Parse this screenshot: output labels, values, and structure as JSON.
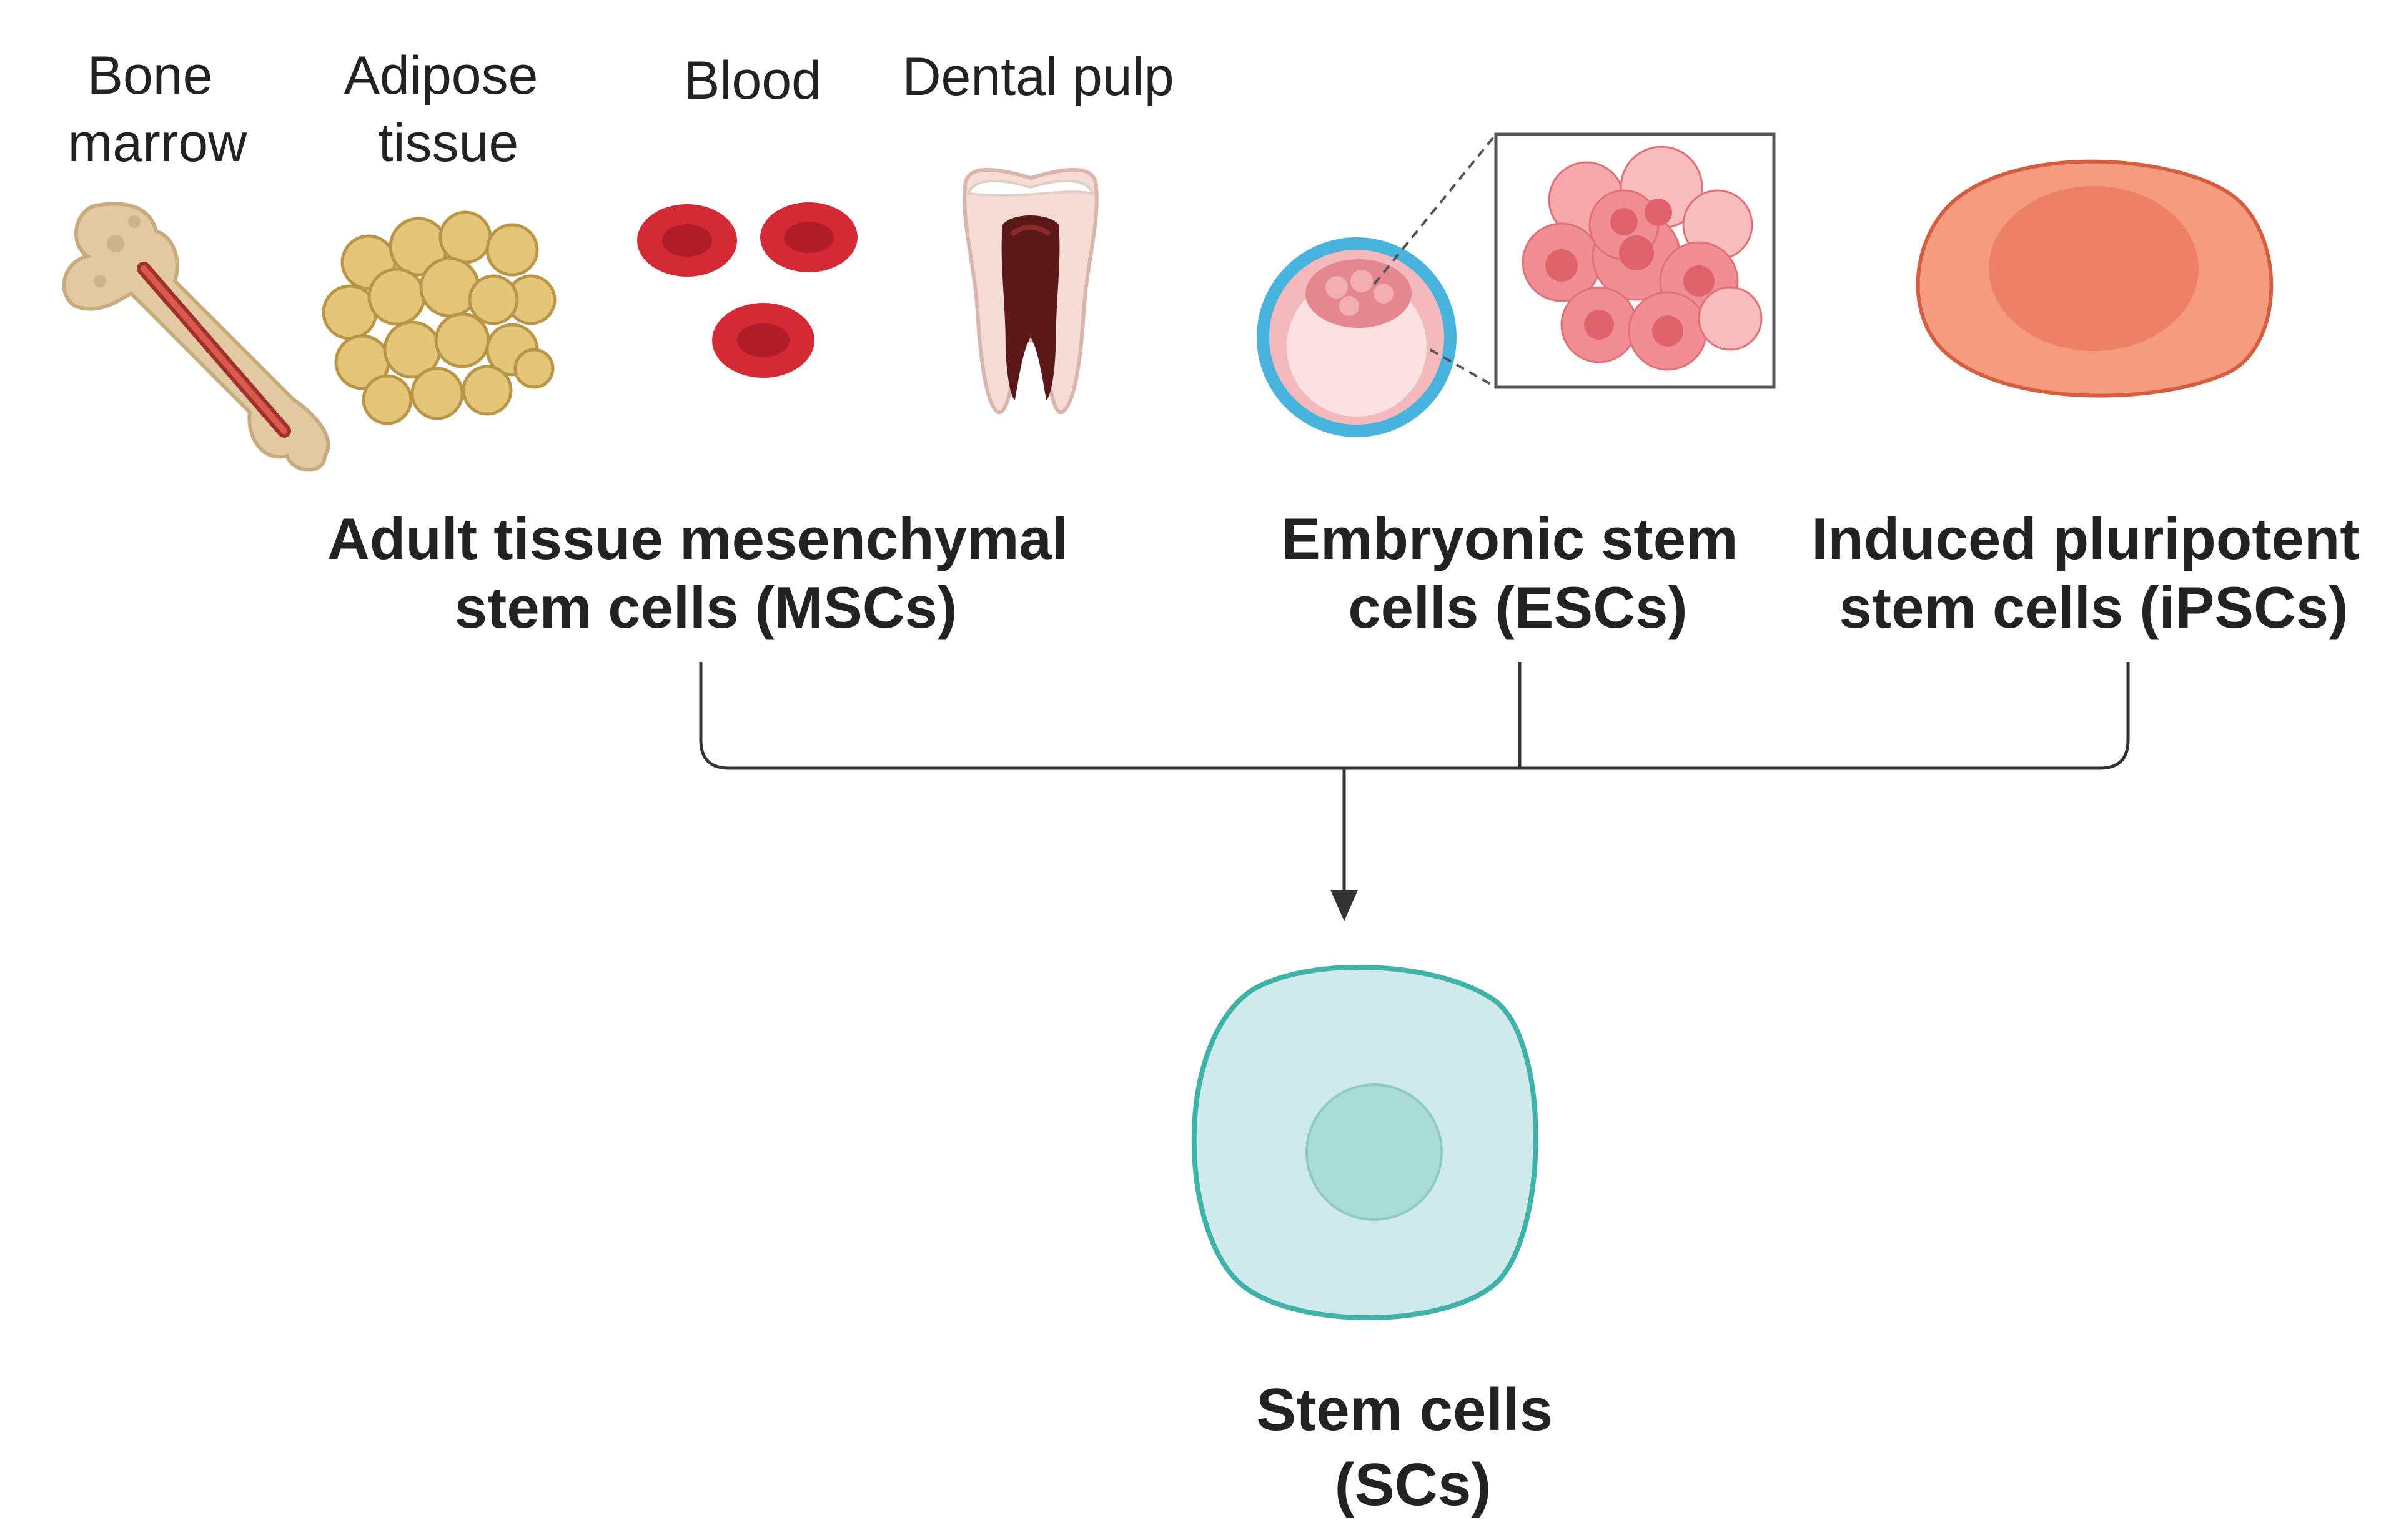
{
  "sources": {
    "bone_marrow": [
      "Bone",
      "marrow"
    ],
    "adipose": [
      "Adipose",
      "tissue"
    ],
    "blood": "Blood",
    "dental_pulp": "Dental pulp"
  },
  "groups": {
    "mscs": [
      "Adult tissue mesenchymal",
      "stem cells (MSCs)"
    ],
    "escs": [
      "Embryonic stem",
      "cells (ESCs)"
    ],
    "ipscs": [
      "Induced pluripotent",
      "stem cells (iPSCs)"
    ]
  },
  "result": [
    "Stem cells",
    "(SCs)"
  ],
  "icons": {
    "bone": "bone-icon",
    "adipose": "adipose-cells-icon",
    "blood": "red-blood-cells-icon",
    "tooth": "tooth-icon",
    "blastocyst": "blastocyst-icon",
    "esc_cluster": "esc-cluster-icon",
    "ipsc": "ipsc-cell-icon",
    "stem_cell": "stem-cell-icon"
  },
  "colors": {
    "line": "#333333",
    "rbc": "#d42a35",
    "fat": "#e5c57a",
    "bone": "#e2c9a2",
    "esc": "#f0888e",
    "blastocyst_ring": "#48b3dc",
    "ipsc": "#f59c80",
    "stem_cell": "#cfeaea",
    "stem_cell_border": "#3fb3a8"
  }
}
